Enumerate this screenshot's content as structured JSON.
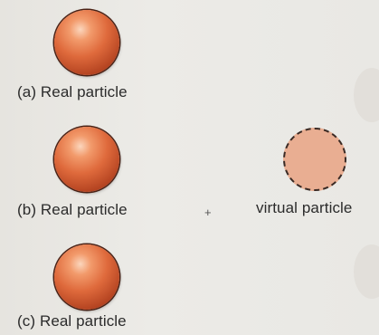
{
  "labels": {
    "a": "(a) Real particle",
    "b": "(b) Real particle",
    "plus": "+",
    "virtual": "virtual particle",
    "c": "(c) Real particle"
  },
  "colors": {
    "real_particle": "#df6a3c",
    "virtual_particle": "#e9ae92",
    "background": "#ebe9e4"
  }
}
